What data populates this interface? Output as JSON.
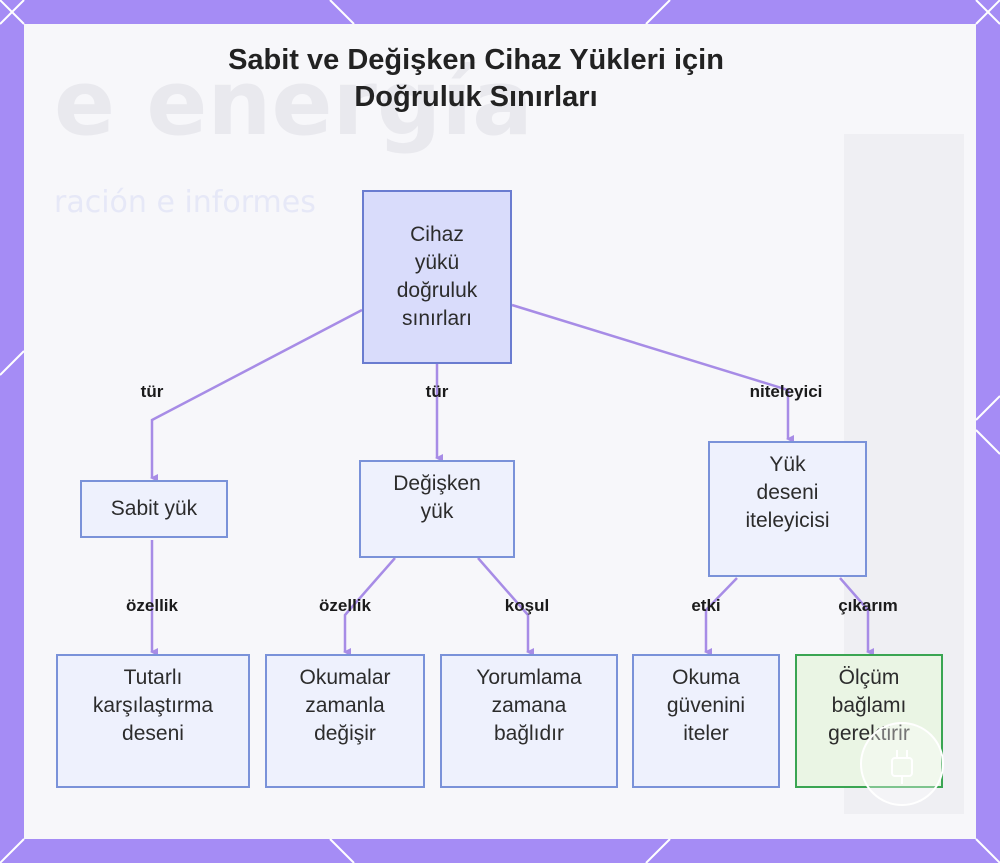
{
  "title": {
    "line1": "Sabit ve Değişken Cihaz Yükleri için",
    "line2": "Doğruluk Sınırları"
  },
  "nodes": {
    "root": "Cihaz\nyükü\ndoğruluk\nsınırları",
    "fixed": "Sabit yük",
    "variable": "Değişken\nyük",
    "qualifier": "Yük\ndeseni\niteleyicisi",
    "consistent": "Tutarlı\nkarşılaştırma\ndeseni",
    "change": "Okumalar\nzamanla\ndeğişir",
    "time": "Yorumlama\nzamana\nbağlıdır",
    "confidence": "Okuma\ngüvenini\niteler",
    "context": "Ölçüm\nbağlamı\ngerektirir"
  },
  "edges": {
    "root_fixed": "tür",
    "root_variable": "tür",
    "root_qualifier": "niteleyici",
    "fixed_consistent": "özellik",
    "variable_change": "özellik",
    "variable_time": "koşul",
    "qualifier_confidence": "etki",
    "qualifier_context": "çıkarım"
  },
  "colors": {
    "frame": "#a58cf5",
    "edge": "#a78ce6",
    "node_border": "#7a92d9",
    "node_fill": "#eef1fd",
    "root_fill": "#d9dcfb",
    "green_border": "#3aa552",
    "green_fill": "#eaf5e4"
  }
}
